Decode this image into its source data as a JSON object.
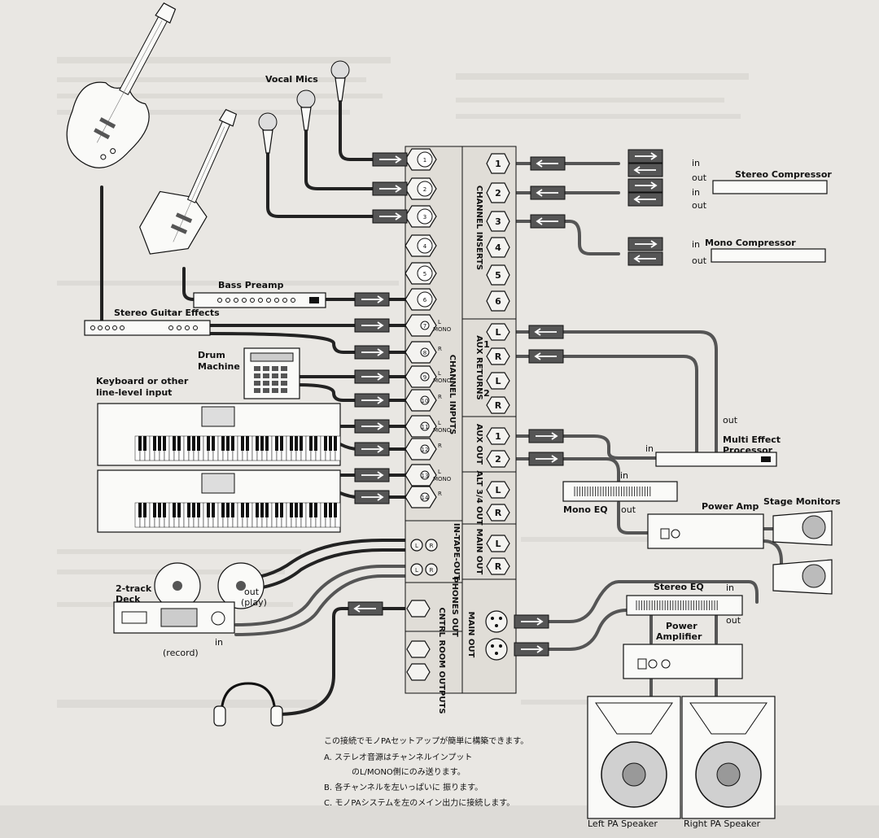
{
  "inputs": {
    "vocal_mics": "Vocal Mics",
    "bass_preamp": "Bass Preamp",
    "stereo_guitar_effects": "Stereo Guitar Effects",
    "drum_machine": [
      "Drum",
      "Machine"
    ],
    "keyboard": [
      "Keyboard or other",
      "line-level input"
    ],
    "deck": [
      "2-track",
      "Deck"
    ],
    "deck_out": [
      "out",
      "(play)"
    ],
    "deck_in": [
      "in",
      "(record)"
    ]
  },
  "mixer": {
    "channel_inputs": "CHANNEL INPUTS",
    "channel_inserts": "CHANNEL INSERTS",
    "aux_returns": "AUX RETURNS",
    "aux_out": "AUX OUT",
    "alt_out": "ALT 3/4 OUT",
    "main_out_lr": "MAIN OUT",
    "main_out": "MAIN OUT",
    "in_tape_out": "IN-TAPE-OUT",
    "phones_out": "PHONES OUT",
    "cntrl_room_outputs": "CNTRL ROOM OUTPUTS",
    "input_numbers": [
      "1",
      "2",
      "3",
      "4",
      "5",
      "6",
      "7",
      "8",
      "9",
      "10",
      "11",
      "12",
      "13",
      "14"
    ],
    "insert_numbers": [
      "1",
      "2",
      "3",
      "4",
      "5",
      "6"
    ],
    "mono_tag": "MONO",
    "left": "L",
    "right": "R",
    "return_groups": [
      "1",
      "2"
    ],
    "aux_numbers": [
      "1",
      "2"
    ]
  },
  "outputs": {
    "stereo_compressor": "Stereo Compressor",
    "mono_compressor": "Mono Compressor",
    "multi_effect": [
      "Multi Effect",
      "Processor"
    ],
    "mono_eq": "Mono EQ",
    "power_amp": "Power Amp",
    "stage_monitors": "Stage Monitors",
    "stereo_eq": "Stereo EQ",
    "power_amplifier": [
      "Power",
      "Amplifier"
    ],
    "left_speaker": "Left PA Speaker",
    "right_speaker": "Right PA Speaker",
    "in": "in",
    "out": "out"
  },
  "notes": {
    "intro": "この接続でモノPAセットアップが簡単に構築できます。",
    "a1": "A.  ステレオ音源はチャンネルインプット",
    "a2": "のL/MONO側にのみ送ります。",
    "b": "B.  各チャンネルを左いっぱいに 振ります。",
    "c": "C.  モノPAシステムを左のメイン出力に接続します。"
  }
}
